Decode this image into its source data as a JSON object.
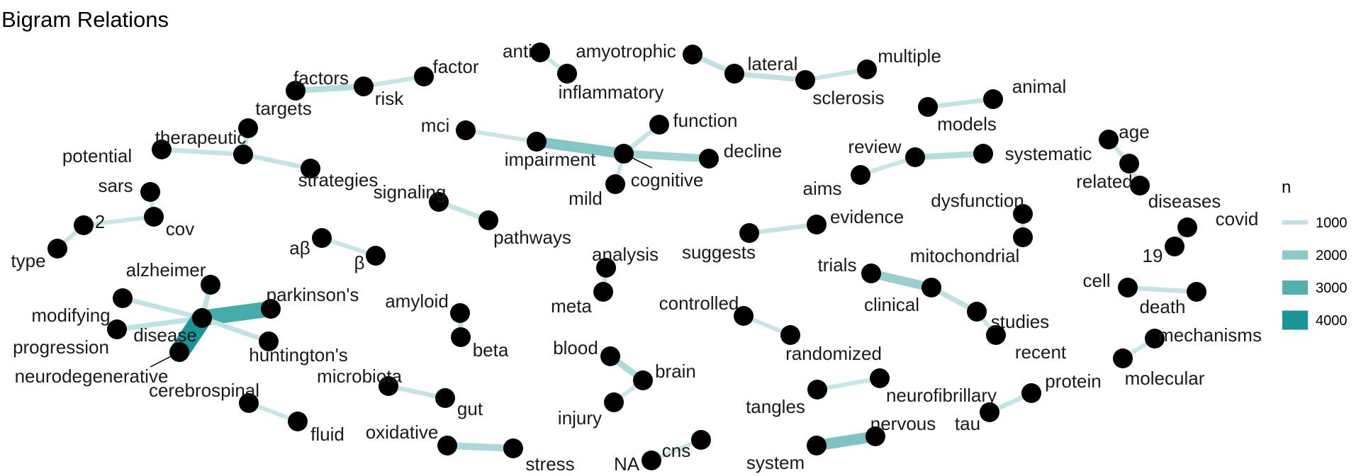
{
  "title": "Bigram Relations",
  "colors": {
    "edge_light": "#c9e6e6",
    "edge_dark": "#1a9595",
    "node": "#000000"
  },
  "legend": {
    "title": "n",
    "items": [
      {
        "label": "1000",
        "value": 1000,
        "color": "#bfe3e3"
      },
      {
        "label": "2000",
        "value": 2000,
        "color": "#8cc9c9"
      },
      {
        "label": "3000",
        "value": 3000,
        "color": "#55b0b0"
      },
      {
        "label": "4000",
        "value": 4000,
        "color": "#1a9595"
      }
    ]
  },
  "nodes": [
    {
      "id": "anti",
      "label": "anti"
    },
    {
      "id": "inflammatory",
      "label": "inflammatory"
    },
    {
      "id": "amyotrophic",
      "label": "amyotrophic"
    },
    {
      "id": "lateral",
      "label": "lateral"
    },
    {
      "id": "sclerosis",
      "label": "sclerosis"
    },
    {
      "id": "multiple",
      "label": "multiple"
    },
    {
      "id": "factors",
      "label": "factors"
    },
    {
      "id": "risk",
      "label": "risk"
    },
    {
      "id": "factor",
      "label": "factor"
    },
    {
      "id": "targets",
      "label": "targets"
    },
    {
      "id": "therapeutic",
      "label": "therapeutic"
    },
    {
      "id": "potential",
      "label": "potential"
    },
    {
      "id": "strategies",
      "label": "strategies"
    },
    {
      "id": "animal",
      "label": "animal"
    },
    {
      "id": "models",
      "label": "models"
    },
    {
      "id": "mci",
      "label": "mci"
    },
    {
      "id": "impairment",
      "label": "impairment"
    },
    {
      "id": "cognitive",
      "label": "cognitive"
    },
    {
      "id": "function",
      "label": "function"
    },
    {
      "id": "decline",
      "label": "decline"
    },
    {
      "id": "mild",
      "label": "mild"
    },
    {
      "id": "review",
      "label": "review"
    },
    {
      "id": "systematic",
      "label": "systematic"
    },
    {
      "id": "aims",
      "label": "aims"
    },
    {
      "id": "age",
      "label": "age"
    },
    {
      "id": "related",
      "label": "related"
    },
    {
      "id": "diseases",
      "label": "diseases"
    },
    {
      "id": "sars",
      "label": "sars"
    },
    {
      "id": "cov",
      "label": "cov"
    },
    {
      "id": "two",
      "label": "2"
    },
    {
      "id": "type",
      "label": "type"
    },
    {
      "id": "signaling",
      "label": "signaling"
    },
    {
      "id": "pathways",
      "label": "pathways"
    },
    {
      "id": "dysfunction",
      "label": "dysfunction"
    },
    {
      "id": "mitochondrial",
      "label": "mitochondrial"
    },
    {
      "id": "evidence",
      "label": "evidence"
    },
    {
      "id": "suggests",
      "label": "suggests"
    },
    {
      "id": "covid",
      "label": "covid"
    },
    {
      "id": "nineteen",
      "label": "19"
    },
    {
      "id": "abeta",
      "label": "aβ"
    },
    {
      "id": "beta_sym",
      "label": "β"
    },
    {
      "id": "analysis",
      "label": "analysis"
    },
    {
      "id": "meta",
      "label": "meta"
    },
    {
      "id": "trials",
      "label": "trials"
    },
    {
      "id": "clinical",
      "label": "clinical"
    },
    {
      "id": "studies",
      "label": "studies"
    },
    {
      "id": "recent",
      "label": "recent"
    },
    {
      "id": "cell",
      "label": "cell"
    },
    {
      "id": "death",
      "label": "death"
    },
    {
      "id": "alzheimer",
      "label": "alzheimer"
    },
    {
      "id": "parkinsons",
      "label": "parkinson's"
    },
    {
      "id": "modifying",
      "label": "modifying"
    },
    {
      "id": "disease",
      "label": "disease"
    },
    {
      "id": "progression",
      "label": "progression"
    },
    {
      "id": "huntingtons",
      "label": "huntington's"
    },
    {
      "id": "neurodegenerative",
      "label": "neurodegenerative"
    },
    {
      "id": "amyloid",
      "label": "amyloid"
    },
    {
      "id": "beta",
      "label": "beta"
    },
    {
      "id": "controlled",
      "label": "controlled"
    },
    {
      "id": "randomized",
      "label": "randomized"
    },
    {
      "id": "mechanisms",
      "label": "mechanisms"
    },
    {
      "id": "molecular",
      "label": "molecular"
    },
    {
      "id": "blood",
      "label": "blood"
    },
    {
      "id": "brain",
      "label": "brain"
    },
    {
      "id": "injury",
      "label": "injury"
    },
    {
      "id": "cerebrospinal",
      "label": "cerebrospinal"
    },
    {
      "id": "fluid",
      "label": "fluid"
    },
    {
      "id": "microbiota",
      "label": "microbiota"
    },
    {
      "id": "gut",
      "label": "gut"
    },
    {
      "id": "tangles",
      "label": "tangles"
    },
    {
      "id": "neurofibrillary",
      "label": "neurofibrillary"
    },
    {
      "id": "protein",
      "label": "protein"
    },
    {
      "id": "tau",
      "label": "tau"
    },
    {
      "id": "oxidative",
      "label": "oxidative"
    },
    {
      "id": "stress",
      "label": "stress"
    },
    {
      "id": "cns",
      "label": "cns"
    },
    {
      "id": "na",
      "label": "NA"
    },
    {
      "id": "nervous",
      "label": "nervous"
    },
    {
      "id": "system",
      "label": "system"
    }
  ],
  "edges": [
    {
      "from": "anti",
      "to": "inflammatory",
      "n": 700
    },
    {
      "from": "amyotrophic",
      "to": "lateral",
      "n": 900
    },
    {
      "from": "lateral",
      "to": "sclerosis",
      "n": 900
    },
    {
      "from": "multiple",
      "to": "sclerosis",
      "n": 750
    },
    {
      "from": "risk",
      "to": "factors",
      "n": 1100
    },
    {
      "from": "risk",
      "to": "factor",
      "n": 750
    },
    {
      "from": "therapeutic",
      "to": "targets",
      "n": 800
    },
    {
      "from": "potential",
      "to": "therapeutic",
      "n": 800
    },
    {
      "from": "therapeutic",
      "to": "strategies",
      "n": 800
    },
    {
      "from": "animal",
      "to": "models",
      "n": 800
    },
    {
      "from": "mci",
      "to": "impairment",
      "n": 700
    },
    {
      "from": "cognitive",
      "to": "impairment",
      "n": 2100
    },
    {
      "from": "cognitive",
      "to": "decline",
      "n": 1500
    },
    {
      "from": "cognitive",
      "to": "function",
      "n": 800
    },
    {
      "from": "mild",
      "to": "cognitive",
      "n": 700
    },
    {
      "from": "systematic",
      "to": "review",
      "n": 1100
    },
    {
      "from": "review",
      "to": "aims",
      "n": 700
    },
    {
      "from": "age",
      "to": "related",
      "n": 750
    },
    {
      "from": "related",
      "to": "diseases",
      "n": 750
    },
    {
      "from": "sars",
      "to": "cov",
      "n": 700
    },
    {
      "from": "cov",
      "to": "two",
      "n": 700
    },
    {
      "from": "type",
      "to": "two",
      "n": 700
    },
    {
      "from": "signaling",
      "to": "pathways",
      "n": 800
    },
    {
      "from": "mitochondrial",
      "to": "dysfunction",
      "n": 800
    },
    {
      "from": "evidence",
      "to": "suggests",
      "n": 800
    },
    {
      "from": "covid",
      "to": "nineteen",
      "n": 900
    },
    {
      "from": "abeta",
      "to": "beta_sym",
      "n": 700
    },
    {
      "from": "meta",
      "to": "analysis",
      "n": 800
    },
    {
      "from": "clinical",
      "to": "trials",
      "n": 1700
    },
    {
      "from": "clinical",
      "to": "studies",
      "n": 900
    },
    {
      "from": "recent",
      "to": "studies",
      "n": 700
    },
    {
      "from": "cell",
      "to": "death",
      "n": 800
    },
    {
      "from": "alzheimer",
      "to": "disease",
      "n": 900
    },
    {
      "from": "parkinsons",
      "to": "disease",
      "n": 3300
    },
    {
      "from": "modifying",
      "to": "disease",
      "n": 850
    },
    {
      "from": "disease",
      "to": "progression",
      "n": 900
    },
    {
      "from": "huntingtons",
      "to": "disease",
      "n": 850
    },
    {
      "from": "neurodegenerative",
      "to": "disease",
      "n": 4200
    },
    {
      "from": "amyloid",
      "to": "beta",
      "n": 900
    },
    {
      "from": "controlled",
      "to": "randomized",
      "n": 700
    },
    {
      "from": "molecular",
      "to": "mechanisms",
      "n": 700
    },
    {
      "from": "blood",
      "to": "brain",
      "n": 1200
    },
    {
      "from": "brain",
      "to": "injury",
      "n": 700
    },
    {
      "from": "cerebrospinal",
      "to": "fluid",
      "n": 700
    },
    {
      "from": "gut",
      "to": "microbiota",
      "n": 800
    },
    {
      "from": "neurofibrillary",
      "to": "tangles",
      "n": 700
    },
    {
      "from": "tau",
      "to": "protein",
      "n": 800
    },
    {
      "from": "oxidative",
      "to": "stress",
      "n": 1300
    },
    {
      "from": "na",
      "to": "cns",
      "n": 700
    },
    {
      "from": "nervous",
      "to": "system",
      "n": 2200
    }
  ]
}
